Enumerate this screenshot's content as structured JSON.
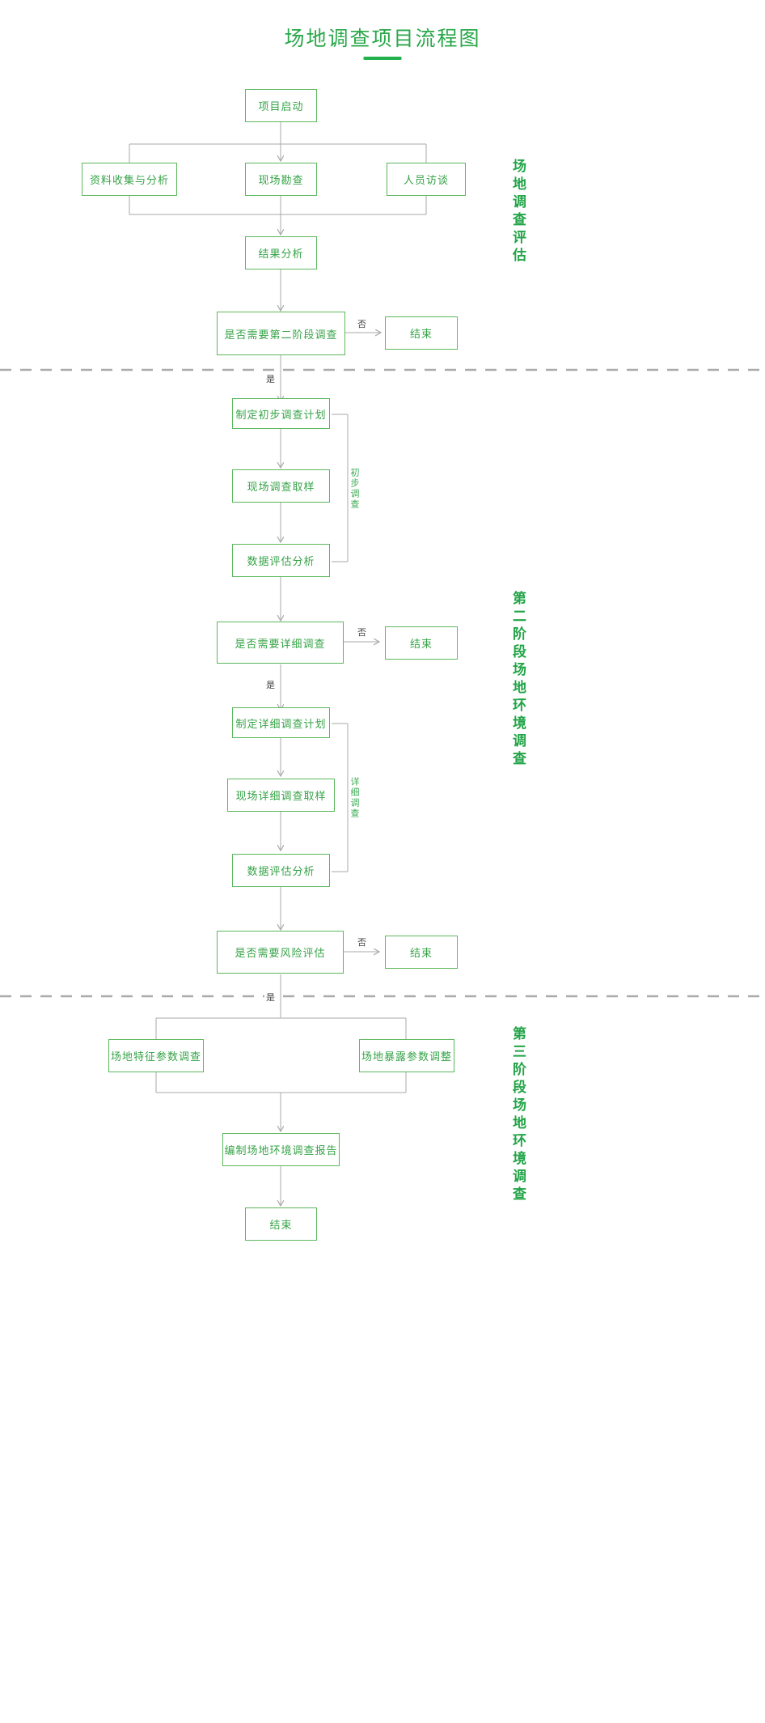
{
  "header": {
    "title": "场地调查项目流程图",
    "accent_color": "#22b14c",
    "title_color": "#2aa84a"
  },
  "style": {
    "node_border_color": "#5cb85c",
    "node_text_color": "#36a347",
    "connector_color": "#aaaaaa",
    "divider_color": "#aaaaaa",
    "section_label_color": "#22a447"
  },
  "stages": [
    {
      "id": "stage1",
      "label": "场地调查评估"
    },
    {
      "id": "stage2",
      "label": "第二阶段场地环境调查"
    },
    {
      "id": "stage3",
      "label": "第三阶段场地环境调查"
    }
  ],
  "bracket_groups": [
    {
      "id": "preliminary",
      "label": "初步调查"
    },
    {
      "id": "detailed",
      "label": "详细调查"
    }
  ],
  "edge_labels": {
    "no1": "否",
    "yes1": "是",
    "no2": "否",
    "yes2": "是",
    "no3": "否",
    "yes3": "是"
  },
  "nodes": {
    "start": "项目启动",
    "data_collection": "资料收集与分析",
    "site_recon": "现场勘查",
    "interviews": "人员访谈",
    "result_analysis": "结果分析",
    "decide_phase2": "是否需要第二阶段调查",
    "end1": "结束",
    "plan_preliminary": "制定初步调查计划",
    "sampling_preliminary": "现场调查取样",
    "data_eval_preliminary": "数据评估分析",
    "decide_detailed": "是否需要详细调查",
    "end2": "结束",
    "plan_detailed": "制定详细调查计划",
    "sampling_detailed": "现场详细调查取样",
    "data_eval_detailed": "数据评估分析",
    "decide_risk": "是否需要风险评估",
    "end3": "结束",
    "site_feature_params": "场地特征参数调查",
    "site_exposure_params": "场地暴露参数调整",
    "compile_report": "编制场地环境调查报告",
    "end_final": "结束"
  }
}
